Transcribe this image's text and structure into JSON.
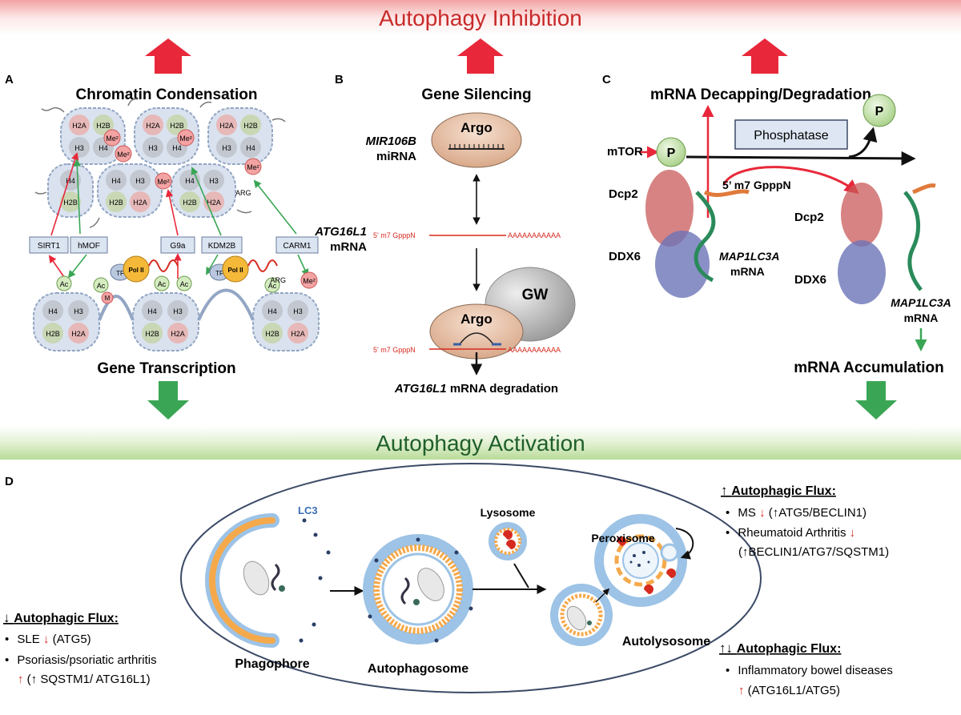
{
  "banners": {
    "inhibition": "Autophagy Inhibition",
    "activation": "Autophagy Activation"
  },
  "panel_a": {
    "letter": "A",
    "top_label": "Chromatin Condensation",
    "bottom_label": "Gene Transcription",
    "histones": {
      "h2a": "H2A",
      "h2b": "H2B",
      "h3": "H3",
      "h4": "H4"
    },
    "marks": {
      "me": "Me²",
      "ac": "Ac",
      "m": "M",
      "arg": "ARG"
    },
    "enzymes": {
      "sirt1": "SIRT1",
      "hmof": "hMOF",
      "g9a": "G9a",
      "kdm2b": "KDM2B",
      "carm1": "CARM1"
    },
    "tf": "TF",
    "polii": "Pol II"
  },
  "panel_b": {
    "letter": "B",
    "top_label": "Gene Silencing",
    "mir_name": "MIR106B",
    "mir_type": "miRNA",
    "argo": "Argo",
    "gw": "GW",
    "target_name": "ATG16L1",
    "target_type": "mRNA",
    "cap": "5' m7 GpppN",
    "polya": "AAAAAAAAAAA",
    "outcome_gene": "ATG16L1",
    "outcome_text": "mRNA degradation"
  },
  "panel_c": {
    "letter": "C",
    "top_label": "mRNA Decapping/Degradation",
    "mtor": "mTOR",
    "p": "P",
    "phosphatase": "Phosphatase",
    "cap": "5’ m7 GpppN",
    "dcp2": "Dcp2",
    "ddx6": "DDX6",
    "target_name": "MAP1LC3A",
    "target_type": "mRNA",
    "bottom_label": "mRNA Accumulation"
  },
  "panel_d": {
    "letter": "D",
    "lc3": "LC3",
    "phagophore": "Phagophore",
    "autophagosome": "Autophagosome",
    "lysosome": "Lysosome",
    "peroxisome": "Peroxisome",
    "autolysosome": "Autolysosome",
    "up_flux": {
      "title": "Autophagic Flux:",
      "items": [
        {
          "disease": "MS",
          "detail": "(↑ATG5/BECLIN1)"
        },
        {
          "disease": "Rheumatoid Arthritis",
          "detail": "(↑BECLIN1/ATG7/SQSTM1)"
        }
      ]
    },
    "down_flux": {
      "title": "Autophagic Flux:",
      "items": [
        {
          "disease": "SLE",
          "detail": "(ATG5)"
        },
        {
          "disease": "Psoriasis/psoriatic arthritis",
          "detail": "(↑ SQSTM1/ ATG16L1)"
        }
      ]
    },
    "mixed_flux": {
      "title": "Autophagic Flux:",
      "items": [
        {
          "disease": "Inflammatory bowel diseases",
          "detail": "(ATG16L1/ATG5)"
        }
      ]
    }
  },
  "colors": {
    "red_arrow": "#e8283a",
    "green_arrow": "#3aa655",
    "rna_red": "#d62a1f",
    "banner_red": "#f08a8a",
    "banner_green": "#b8dc9a",
    "membrane_blue": "#9dc3e6",
    "membrane_orange": "#f5a94b"
  }
}
